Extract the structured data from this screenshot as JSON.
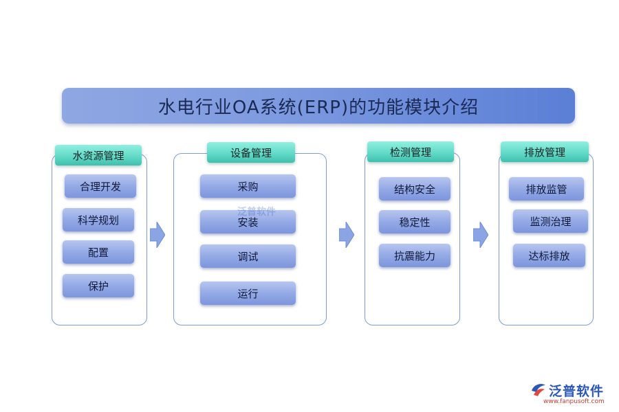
{
  "title": "水电行业OA系统(ERP)的功能模块介绍",
  "modules": [
    {
      "name": "水资源管理",
      "items": [
        "合理开发",
        "科学规划",
        "配置",
        "保护"
      ]
    },
    {
      "name": "设备管理",
      "items": [
        "采购",
        "安装",
        "调试",
        "运行"
      ]
    },
    {
      "name": "检测管理",
      "items": [
        "结构安全",
        "稳定性",
        "抗震能力"
      ]
    },
    {
      "name": "排放管理",
      "items": [
        "排放监管",
        "监测治理",
        "达标排放"
      ]
    }
  ],
  "logo": {
    "name": "泛普软件",
    "url": "www.fanpusoft.com"
  },
  "watermark": "泛普软件",
  "colors": {
    "title_bar": "#7f9be0",
    "module_header": "#5fd8c6",
    "item": "#94aae6",
    "panel_border": "#7f9ad8",
    "arrow": "#8aa4e4"
  }
}
